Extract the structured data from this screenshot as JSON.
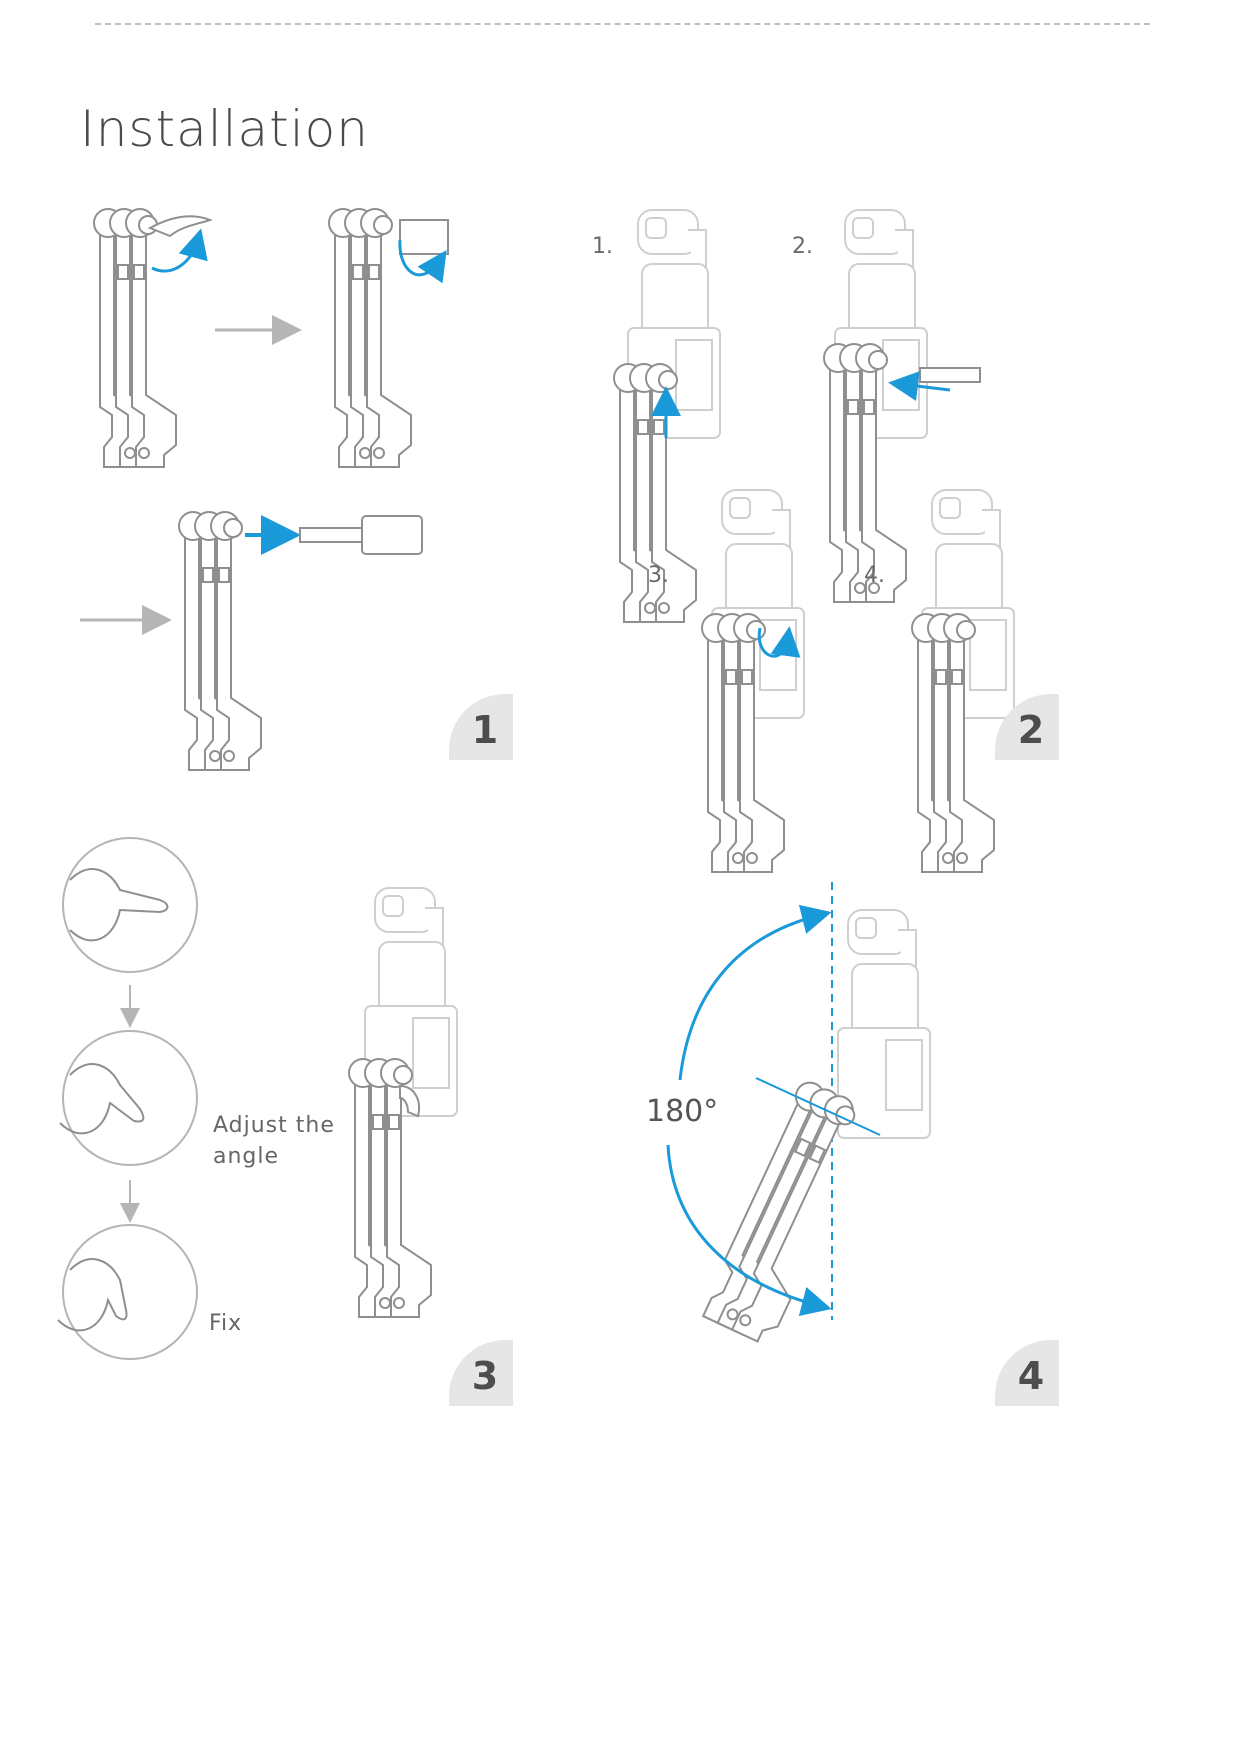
{
  "header": {
    "title": "Installation"
  },
  "panel1": {
    "badge": "1"
  },
  "panel2": {
    "badge": "2",
    "steps": [
      {
        "label": "1."
      },
      {
        "label": "2."
      },
      {
        "label": "3."
      },
      {
        "label": "4."
      }
    ]
  },
  "panel3": {
    "badge": "3",
    "caption_adjust": "Adjust the\nangle",
    "caption_fix": "Fix"
  },
  "panel4": {
    "badge": "4",
    "angle_label": "180°"
  },
  "colors": {
    "accent": "#1a9ad9",
    "line": "#9a9a9a",
    "ghost": "#cfcfcf",
    "badge_bg": "#e6e6e6",
    "badge_text": "#4d4d4d"
  }
}
